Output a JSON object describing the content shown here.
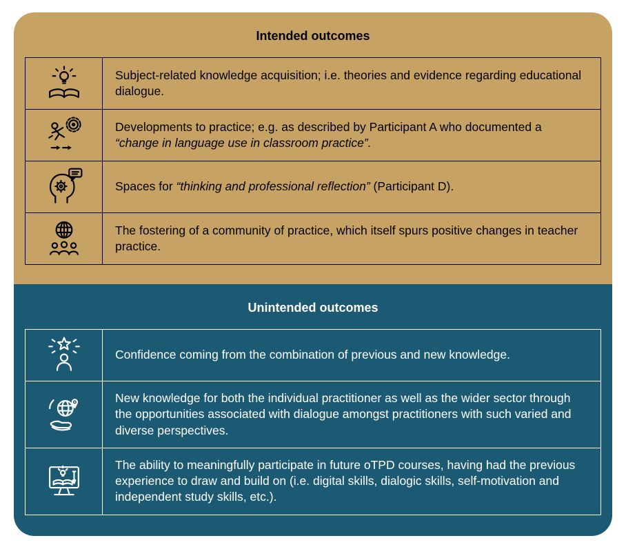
{
  "colors": {
    "intended_bg": "#C7A265",
    "intended_text": "#000000",
    "unintended_bg": "#1B5A72",
    "unintended_text": "#FFFFFF",
    "page_bg": "#FFFFFF"
  },
  "intended": {
    "title": "Intended outcomes",
    "rows": [
      {
        "icon": "book-lightbulb-icon",
        "parts": [
          {
            "text": "Subject-related knowledge acquisition; i.e. theories and evidence regarding educational dialogue.",
            "italic": false
          }
        ]
      },
      {
        "icon": "running-to-target-icon",
        "parts": [
          {
            "text": "Developments to practice; e.g. as described by Participant A who documented a ",
            "italic": false
          },
          {
            "text": "“change in language use in classroom practice”.",
            "italic": true
          }
        ]
      },
      {
        "icon": "head-gear-speech-icon",
        "parts": [
          {
            "text": "Spaces for ",
            "italic": false
          },
          {
            "text": "“thinking and professional reflection”",
            "italic": true
          },
          {
            "text": " (Participant D).",
            "italic": false
          }
        ]
      },
      {
        "icon": "globe-community-icon",
        "parts": [
          {
            "text": "The fostering of a community of practice, which itself spurs positive changes in teacher practice.",
            "italic": false
          }
        ]
      }
    ]
  },
  "unintended": {
    "title": "Unintended outcomes",
    "rows": [
      {
        "icon": "person-star-icon",
        "parts": [
          {
            "text": "Confidence coming from the combination of previous and new knowledge.",
            "italic": false
          }
        ]
      },
      {
        "icon": "hand-globe-pin-icon",
        "parts": [
          {
            "text": "New knowledge for both the individual practitioner as well as the wider sector through the opportunities associated with dialogue amongst practitioners with such varied and diverse perspectives.",
            "italic": false
          }
        ]
      },
      {
        "icon": "monitor-book-pencil-icon",
        "parts": [
          {
            "text": "The ability to meaningfully participate in future oTPD courses, having had the previous experience to draw and build on (i.e. digital skills, dialogic skills, self-motivation and independent study skills, etc.).",
            "italic": false
          }
        ]
      }
    ]
  }
}
